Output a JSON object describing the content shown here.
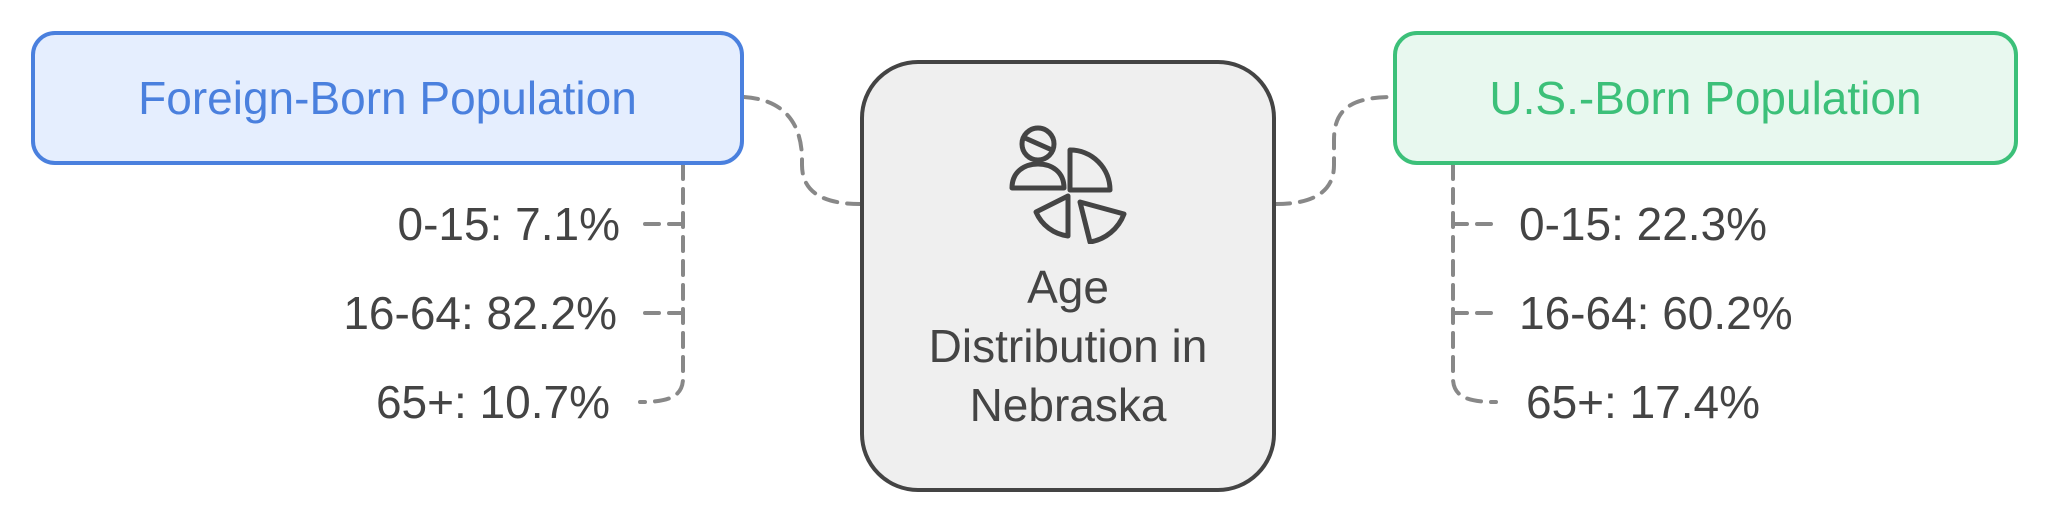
{
  "center": {
    "title": "Age Distribution in Nebraska",
    "icon": "demographics-pie-icon"
  },
  "foreign_born": {
    "label": "Foreign-Born Population",
    "items": [
      "0-15: 7.1%",
      "16-64: 82.2%",
      "65+: 10.7%"
    ]
  },
  "us_born": {
    "label": "U.S.-Born Population",
    "items": [
      "0-15: 22.3%",
      "16-64: 60.2%",
      "65+: 17.4%"
    ]
  },
  "colors": {
    "foreign_border": "#4a80de",
    "foreign_fill": "#e5eefe",
    "us_border": "#3cc079",
    "us_fill": "#e8f8ef",
    "center_border": "#444444",
    "center_fill": "#efefef",
    "connector": "#888888"
  }
}
